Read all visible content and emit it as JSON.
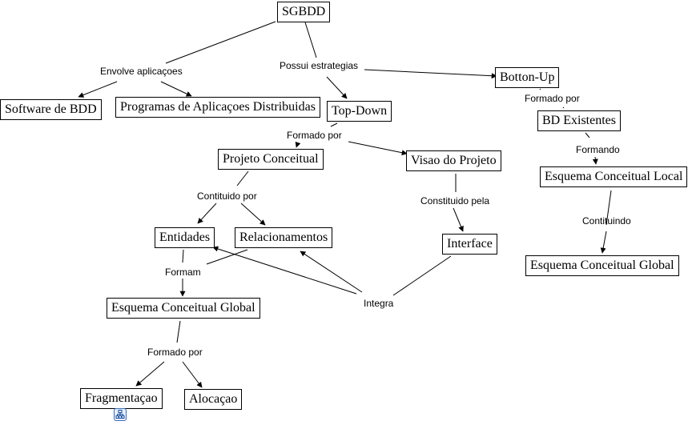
{
  "diagram": {
    "type": "concept-map",
    "colors": {
      "line": "#000000",
      "background": "#ffffff",
      "submap_icon": "#3a70c0"
    },
    "concepts": [
      {
        "id": "sgbdd",
        "label": "SGBDD"
      },
      {
        "id": "software_bdd",
        "label": "Software de BDD"
      },
      {
        "id": "programas",
        "label": "Programas de Aplicaçoes Distribuidas"
      },
      {
        "id": "top_down",
        "label": "Top-Down"
      },
      {
        "id": "botton_up",
        "label": "Botton-Up"
      },
      {
        "id": "bd_existentes",
        "label": "BD Existentes"
      },
      {
        "id": "projeto_conceitual",
        "label": "Projeto Conceitual"
      },
      {
        "id": "visao_projeto",
        "label": "Visao do Projeto"
      },
      {
        "id": "esquema_local",
        "label": "Esquema Conceitual Local"
      },
      {
        "id": "entidades",
        "label": "Entidades"
      },
      {
        "id": "relacionamentos",
        "label": "Relacionamentos"
      },
      {
        "id": "interface",
        "label": "Interface"
      },
      {
        "id": "esquema_global_right",
        "label": "Esquema Conceitual Global"
      },
      {
        "id": "esquema_global_left",
        "label": "Esquema Conceitual Global"
      },
      {
        "id": "fragmentacao",
        "label": "Fragmentaçao"
      },
      {
        "id": "alocacao",
        "label": "Alocaçao"
      }
    ],
    "linking_phrases": [
      {
        "id": "envolve",
        "label": "Envolve aplicaçoes"
      },
      {
        "id": "possui",
        "label": "Possui estrategias"
      },
      {
        "id": "formado_por_bu",
        "label": "Formado por"
      },
      {
        "id": "formado_por_td",
        "label": "Formado por"
      },
      {
        "id": "formando",
        "label": "Formando"
      },
      {
        "id": "contituido_por",
        "label": "Contituido por"
      },
      {
        "id": "constituido_pela",
        "label": "Constituido pela"
      },
      {
        "id": "contituindo",
        "label": "Contituindo"
      },
      {
        "id": "formam",
        "label": "Formam"
      },
      {
        "id": "integra",
        "label": "Integra"
      },
      {
        "id": "formado_por_eg",
        "label": "Formado por"
      }
    ],
    "connections": [
      {
        "from": "sgbdd",
        "to": "envolve"
      },
      {
        "from": "envolve",
        "to": "software_bdd"
      },
      {
        "from": "envolve",
        "to": "programas"
      },
      {
        "from": "sgbdd",
        "to": "possui"
      },
      {
        "from": "possui",
        "to": "top_down"
      },
      {
        "from": "possui",
        "to": "botton_up"
      },
      {
        "from": "botton_up",
        "to": "formado_por_bu"
      },
      {
        "from": "formado_por_bu",
        "to": "bd_existentes"
      },
      {
        "from": "bd_existentes",
        "to": "formando"
      },
      {
        "from": "formando",
        "to": "esquema_local"
      },
      {
        "from": "esquema_local",
        "to": "contituindo"
      },
      {
        "from": "contituindo",
        "to": "esquema_global_right"
      },
      {
        "from": "top_down",
        "to": "formado_por_td"
      },
      {
        "from": "formado_por_td",
        "to": "projeto_conceitual"
      },
      {
        "from": "formado_por_td",
        "to": "visao_projeto"
      },
      {
        "from": "projeto_conceitual",
        "to": "contituido_por"
      },
      {
        "from": "contituido_por",
        "to": "entidades"
      },
      {
        "from": "contituido_por",
        "to": "relacionamentos"
      },
      {
        "from": "visao_projeto",
        "to": "constituido_pela"
      },
      {
        "from": "constituido_pela",
        "to": "interface"
      },
      {
        "from": "interface",
        "to": "integra"
      },
      {
        "from": "integra",
        "to": "entidades"
      },
      {
        "from": "integra",
        "to": "relacionamentos"
      },
      {
        "from": "entidades",
        "to": "formam"
      },
      {
        "from": "relacionamentos",
        "to": "formam"
      },
      {
        "from": "formam",
        "to": "esquema_global_left"
      },
      {
        "from": "esquema_global_left",
        "to": "formado_por_eg"
      },
      {
        "from": "formado_por_eg",
        "to": "fragmentacao"
      },
      {
        "from": "formado_por_eg",
        "to": "alocacao"
      }
    ],
    "attachments": [
      {
        "concept": "fragmentacao",
        "icon": "submap-icon"
      }
    ]
  }
}
